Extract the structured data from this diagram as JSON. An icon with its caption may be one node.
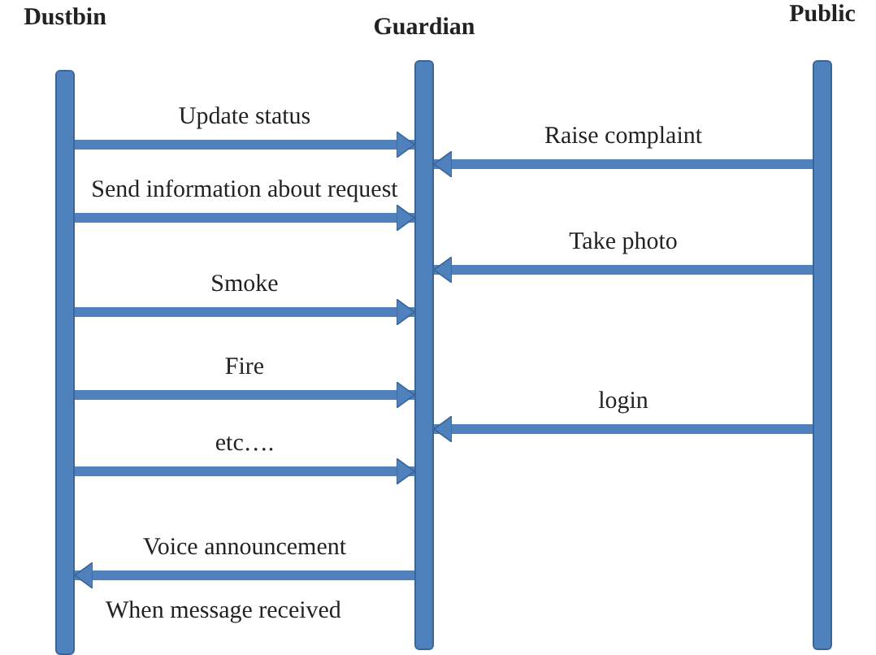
{
  "diagram": {
    "nodes": [
      {
        "text": [
          "Dustbin"
        ]
      },
      {
        "text": [
          "Guardian"
        ]
      },
      {
        "text": [
          "Public"
        ]
      }
    ],
    "edges": [
      {
        "from": 0,
        "to": 1,
        "arrow": "to",
        "label": "Update status"
      },
      {
        "from": 2,
        "to": 1,
        "arrow": "to",
        "label": "Raise complaint"
      },
      {
        "from": 0,
        "to": 1,
        "arrow": "to",
        "label": "Send information about request"
      },
      {
        "from": 2,
        "to": 1,
        "arrow": "to",
        "label": "Take photo"
      },
      {
        "from": 0,
        "to": 1,
        "arrow": "to",
        "label": "Smoke"
      },
      {
        "from": 0,
        "to": 1,
        "arrow": "to",
        "label": "Fire"
      },
      {
        "from": 2,
        "to": 1,
        "arrow": "to",
        "label": "login"
      },
      {
        "from": 0,
        "to": 1,
        "arrow": "to",
        "label": "etc…."
      },
      {
        "from": 1,
        "to": 0,
        "arrow": "to",
        "label": "Voice announcement"
      }
    ],
    "labels": [
      "When message received"
    ]
  }
}
